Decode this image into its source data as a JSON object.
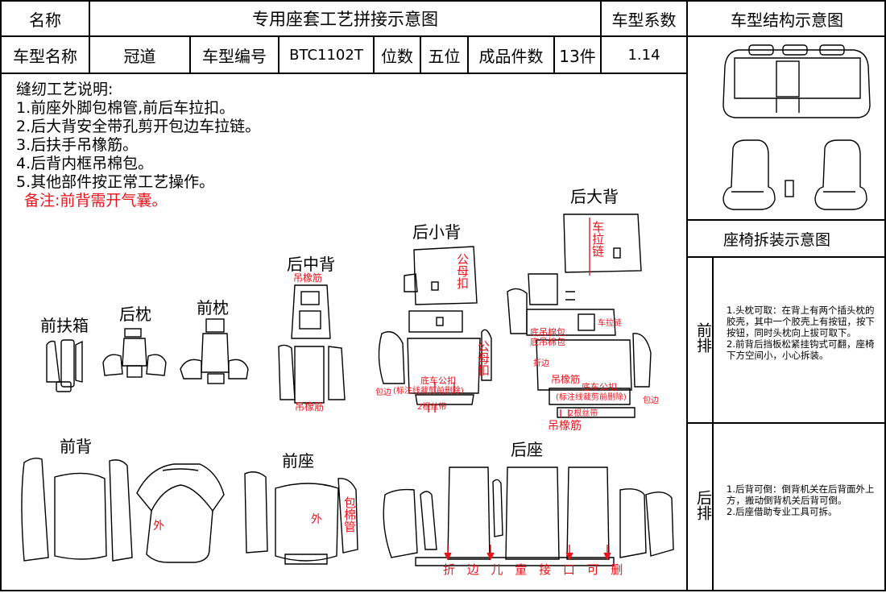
{
  "header": {
    "name_label": "名称",
    "title": "专用座套工艺拼接示意图",
    "coef_label": "车型系数",
    "struct_label": "车型结构示意图"
  },
  "info_row": {
    "model_name_label": "车型名称",
    "model_name": "冠道",
    "model_code_label": "车型编号",
    "model_code": "BTC1102T",
    "seats_label": "位数",
    "seats": "五位",
    "pieces_label": "成品件数",
    "pieces": "13件",
    "coefficient": "1.14"
  },
  "notes": {
    "heading": "缝纫工艺说明:",
    "items": [
      "1.前座外脚包棉管,前后车拉扣。",
      "2.后大背安全带孔剪开包边车拉链。",
      "3.后扶手吊橡筋。",
      "4.后背内框吊棉包。",
      "5.其他部件按正常工艺操作。"
    ],
    "remark": "备注:前背需开气囊。"
  },
  "pieces": {
    "front_armrest": "前扶箱",
    "rear_headrest": "后枕",
    "front_headrest": "前枕",
    "rear_middle_back": "后中背",
    "rear_small_back": "后小背",
    "rear_big_back": "后大背",
    "front_back": "前背",
    "front_seat": "前座",
    "rear_seat": "后座"
  },
  "annotations": {
    "hang_elastic_top": "吊橡筋",
    "hang_elastic_bottom": "吊橡筋",
    "male_female_buckle_1": "公母扣",
    "male_female_buckle_2": "公母扣",
    "car_zipper": "车拉链",
    "bottom_male_buckle_1": "底车公扣",
    "mark_note_1": "(标注线裁剪前删除)",
    "edge_1": "包边",
    "root_ribbon_1": "2根丝带",
    "bottom_male_buckle_2": "底车公扣",
    "mark_note_2": "(标注线裁剪前删除)",
    "edge_2": "包边",
    "root_ribbon_2": "2根丝带",
    "bottom_hang_cotton_1": "底吊棉包",
    "bottom_hang_cotton_2": "底吊棉包",
    "fold_edge": "折边",
    "hang_elastic_mid": "吊橡筋",
    "hang_elastic_right": "吊橡筋",
    "zipper_small": "车拉链",
    "outside_1": "外",
    "outside_2": "外",
    "wrap_cotton_pipe": "包棉管",
    "rear_seat_bottom": "折 边 儿 童 接 口 可 删"
  },
  "right_panel": {
    "disassembly_label": "座椅拆装示意图",
    "front_row_label": "前排",
    "front_row_text": "1.头枕可取：在背上有两个插头枕的胶壳，其中一个胶壳上有按钮，按下按钮，同时头枕向上拔可取下。\n2.前背后挡板松紧挂钩式可翻，座椅下方空间小，小心拆装。",
    "rear_row_label": "后排",
    "rear_row_text": "1.后背可倒：倒背机关在后背面外上方，搬动倒背机关后背可倒。\n2.后座借助专业工具可拆。"
  },
  "colors": {
    "annotation_red": "#e8141b",
    "line": "#000000"
  }
}
